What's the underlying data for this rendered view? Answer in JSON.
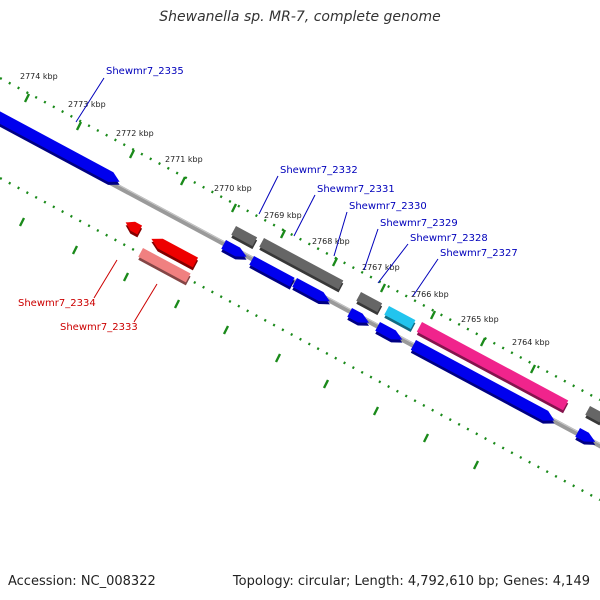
{
  "title": "Shewanella sp. MR-7, complete genome",
  "footer": {
    "accession": "Accession: NC_008322",
    "summary": "Topology: circular; Length: 4,792,610 bp; Genes: 4,149"
  },
  "colors": {
    "forward_cds": "#0000ee",
    "reverse_cds": "#ee0000",
    "reverse_cds_light": "#f08080",
    "other_feature": "#666666",
    "cyan_feature": "#22c4ee",
    "magenta_feature": "#f0248c",
    "ruler_ticks": "#1a8a1a",
    "backbone": "#808080",
    "label_forward": "#0000bb",
    "label_reverse": "#cc0000"
  },
  "ruler": {
    "ticks": [
      "2774 kbp",
      "2773 kbp",
      "2772 kbp",
      "2771 kbp",
      "2770 kbp",
      "2769 kbp",
      "2768 kbp",
      "2767 kbp",
      "2766 kbp",
      "2765 kbp",
      "2764 kbp"
    ]
  },
  "labels": [
    {
      "text": "Shewmr7_2335",
      "strand": "forward"
    },
    {
      "text": "Shewmr7_2332",
      "strand": "forward"
    },
    {
      "text": "Shewmr7_2331",
      "strand": "forward"
    },
    {
      "text": "Shewmr7_2330",
      "strand": "forward"
    },
    {
      "text": "Shewmr7_2329",
      "strand": "forward"
    },
    {
      "text": "Shewmr7_2328",
      "strand": "forward"
    },
    {
      "text": "Shewmr7_2327",
      "strand": "forward"
    },
    {
      "text": "Shewmr7_2334",
      "strand": "reverse"
    },
    {
      "text": "Shewmr7_2333",
      "strand": "reverse"
    }
  ]
}
